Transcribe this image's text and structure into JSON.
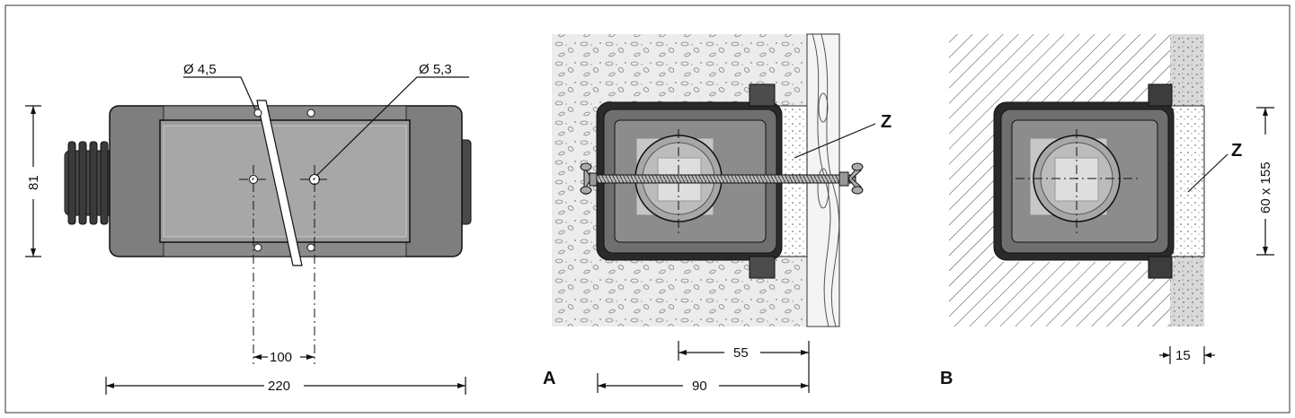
{
  "figure_main": {
    "hole_small": "Ø 4,5",
    "hole_large": "Ø 5,3",
    "dim_height": "81",
    "dim_spacing": "100",
    "dim_length": "220"
  },
  "detail_a": {
    "label": "A",
    "layer_label": "Z",
    "dim_inner": "55",
    "dim_outer": "90"
  },
  "detail_b": {
    "label": "B",
    "layer_label": "Z",
    "dim_opening": "60 x 155",
    "dim_thickness": "15"
  },
  "colors": {
    "housing": "#7e7e7e",
    "housing_dark": "#595959",
    "inner": "#9a9a9a",
    "outline": "#111111"
  }
}
